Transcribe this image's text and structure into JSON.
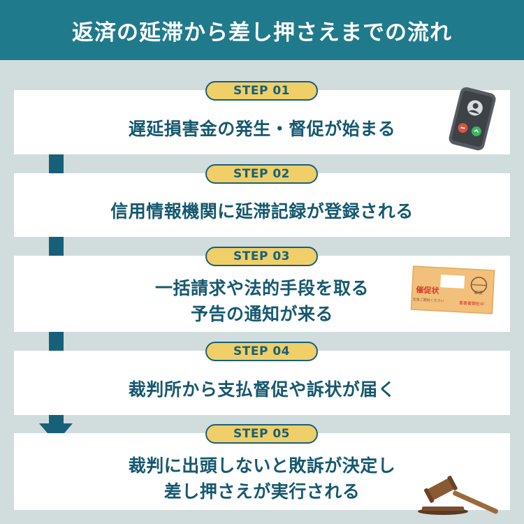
{
  "title": "返済の延滞から差し押さえまでの流れ",
  "steps": [
    {
      "label": "STEP 01",
      "text": "遅延損害金の発生・督促が始まる",
      "icon": "smartphone-call-icon"
    },
    {
      "label": "STEP 02",
      "text": "信用情報機関に延滞記録が登録される"
    },
    {
      "label": "STEP 03",
      "text": "一括請求や法的手段を取る\n予告の通知が来る",
      "icon": "reminder-envelope-icon"
    },
    {
      "label": "STEP 04",
      "text": "裁判所から支払督促や訴状が届く"
    },
    {
      "label": "STEP 05",
      "text": "裁判に出頭しないと敗訴が決定し\n差し押さえが実行される",
      "icon": "gavel-icon"
    }
  ],
  "envelope": {
    "stamp": "催促状",
    "note": "至急ご開封ください",
    "seal": "郵便",
    "red_text": "重要書類在中"
  },
  "colors": {
    "header": "#1f7a8c",
    "text": "#15586f",
    "badge": "#f0cf68",
    "background": "#d1dcdd"
  }
}
